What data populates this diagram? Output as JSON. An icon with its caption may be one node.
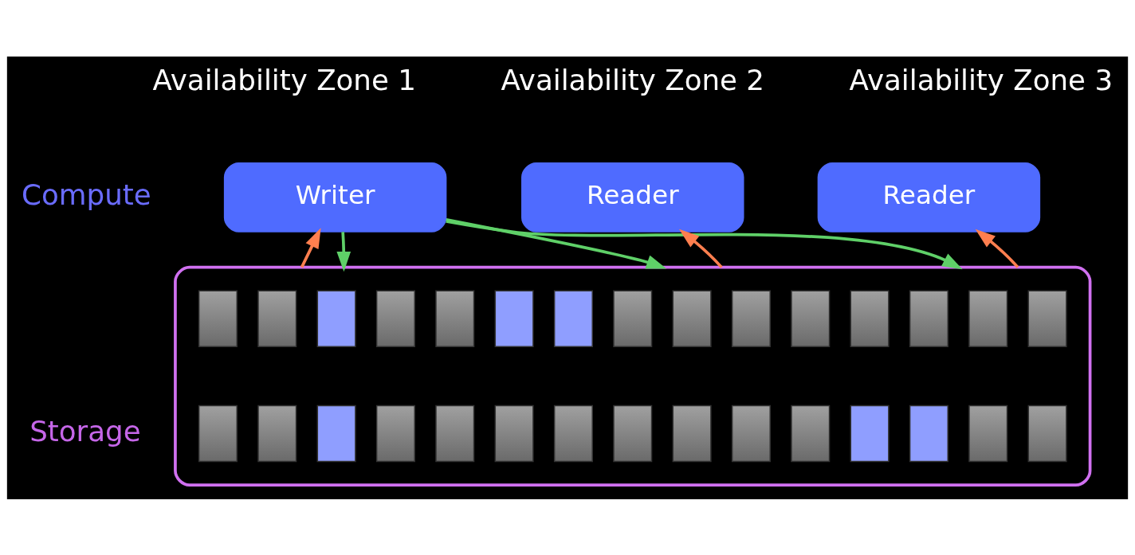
{
  "diagram": {
    "nodes": [
      {
        "text": [
          "Writer"
        ]
      },
      {
        "text": [
          "Reader"
        ]
      },
      {
        "text": [
          "Reader"
        ]
      },
      {
        "text": [],
        "shape": "box"
      },
      {
        "text": [],
        "shape": "box",
        "in": 3
      },
      {
        "text": [],
        "shape": "box",
        "in": 3
      },
      {
        "text": [],
        "shape": "box",
        "in": 3
      },
      {
        "text": [],
        "shape": "box",
        "in": 3
      },
      {
        "text": [],
        "shape": "box",
        "in": 3
      },
      {
        "text": [],
        "shape": "box",
        "in": 3
      },
      {
        "text": [],
        "shape": "box",
        "in": 3
      },
      {
        "text": [],
        "shape": "box",
        "in": 3
      },
      {
        "text": [],
        "shape": "box",
        "in": 3
      },
      {
        "text": [],
        "shape": "box",
        "in": 3
      },
      {
        "text": [],
        "shape": "box",
        "in": 3
      },
      {
        "text": [],
        "shape": "box",
        "in": 3
      },
      {
        "text": [],
        "shape": "box",
        "in": 3
      },
      {
        "text": [],
        "shape": "box",
        "in": 3
      },
      {
        "text": [],
        "shape": "box",
        "in": 3
      },
      {
        "text": [],
        "shape": "box",
        "in": 3
      },
      {
        "text": [],
        "shape": "box",
        "in": 3
      },
      {
        "text": [],
        "shape": "box",
        "in": 3
      },
      {
        "text": [],
        "shape": "box",
        "in": 3
      },
      {
        "text": [],
        "shape": "box",
        "in": 3
      },
      {
        "text": [],
        "shape": "box",
        "in": 3
      },
      {
        "text": [],
        "shape": "box",
        "in": 3
      },
      {
        "text": [],
        "shape": "box",
        "in": 3
      },
      {
        "text": [],
        "shape": "box",
        "in": 3
      },
      {
        "text": [],
        "shape": "box",
        "in": 3
      },
      {
        "text": [],
        "shape": "box",
        "in": 3
      },
      {
        "text": [],
        "shape": "box",
        "in": 3
      },
      {
        "text": [],
        "shape": "box",
        "in": 3
      },
      {
        "text": [],
        "shape": "box",
        "in": 3
      },
      {
        "text": [],
        "shape": "box",
        "in": 3
      }
    ],
    "edges": [
      {
        "from": 0,
        "to": 3,
        "arrow": "to",
        "color": "#5fd068"
      },
      {
        "from": 0,
        "to": 3,
        "arrow": "to",
        "color": "#5fd068"
      },
      {
        "from": 0,
        "to": 3,
        "arrow": "to",
        "color": "#5fd068"
      },
      {
        "from": 3,
        "to": 0,
        "arrow": "to",
        "color": "#ff7f4f"
      },
      {
        "from": 3,
        "to": 1,
        "arrow": "to",
        "color": "#ff7f4f"
      },
      {
        "from": 3,
        "to": 2,
        "arrow": "to",
        "color": "#ff7f4f"
      }
    ],
    "labels": [
      "Availability Zone 1",
      "Availability Zone 2",
      "Availability Zone 3",
      "Compute",
      "Storage"
    ]
  }
}
